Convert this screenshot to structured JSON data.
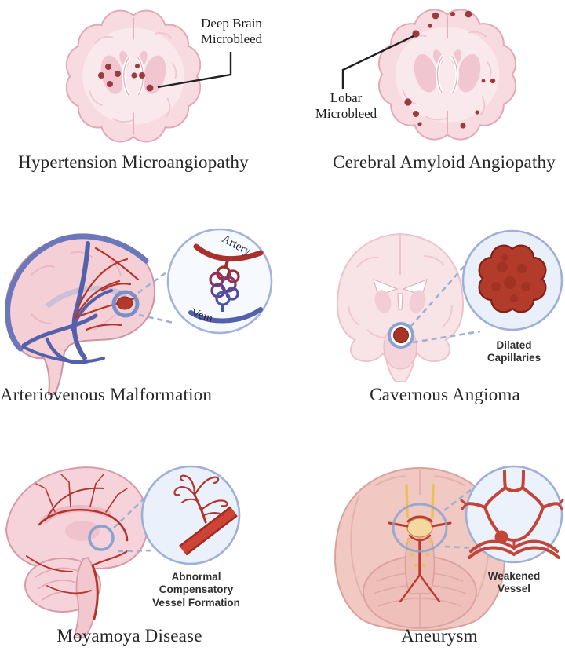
{
  "figure": {
    "type": "medical-illustration",
    "description": "Six brain illustrations of cerebrovascular diseases",
    "panels": [
      {
        "key": "hypertension-microangiopathy",
        "title": "Hypertension Microangiopathy",
        "annotation": "Deep Brain Microbleed"
      },
      {
        "key": "cerebral-amyloid-angiopathy",
        "title": "Cerebral Amyloid Angiopathy",
        "annotation": "Lobar Microbleed"
      },
      {
        "key": "arteriovenous-malformation",
        "title": "Arteriovenous Malformation",
        "inset": {
          "artery": "Artery",
          "vein": "Vein"
        }
      },
      {
        "key": "cavernous-angioma",
        "title": "Cavernous Angioma",
        "annotation": "Dilated Capillaries"
      },
      {
        "key": "moyamoya-disease",
        "title": "Moyamoya Disease",
        "annotation": "Abnormal Compensatory Vessel Formation"
      },
      {
        "key": "aneurysm",
        "title": "Aneurysm",
        "annotation": "Weakened Vessel"
      }
    ],
    "colors": {
      "brain_pink": "#f7dbe1",
      "brain_outline": "#e2a9b7",
      "microbleed": "#993b3f",
      "artery_red": "#b3342c",
      "vein_blue": "#5560aa",
      "lesion_red": "#a93425",
      "inset_fill": "#ecf2fb",
      "inset_stroke": "#9fb0d8",
      "connector_dash": "#9cb2d4",
      "pointer_black": "#1f1f1f",
      "title_text": "#262626",
      "nerve_yellow": "#e7c156"
    }
  }
}
